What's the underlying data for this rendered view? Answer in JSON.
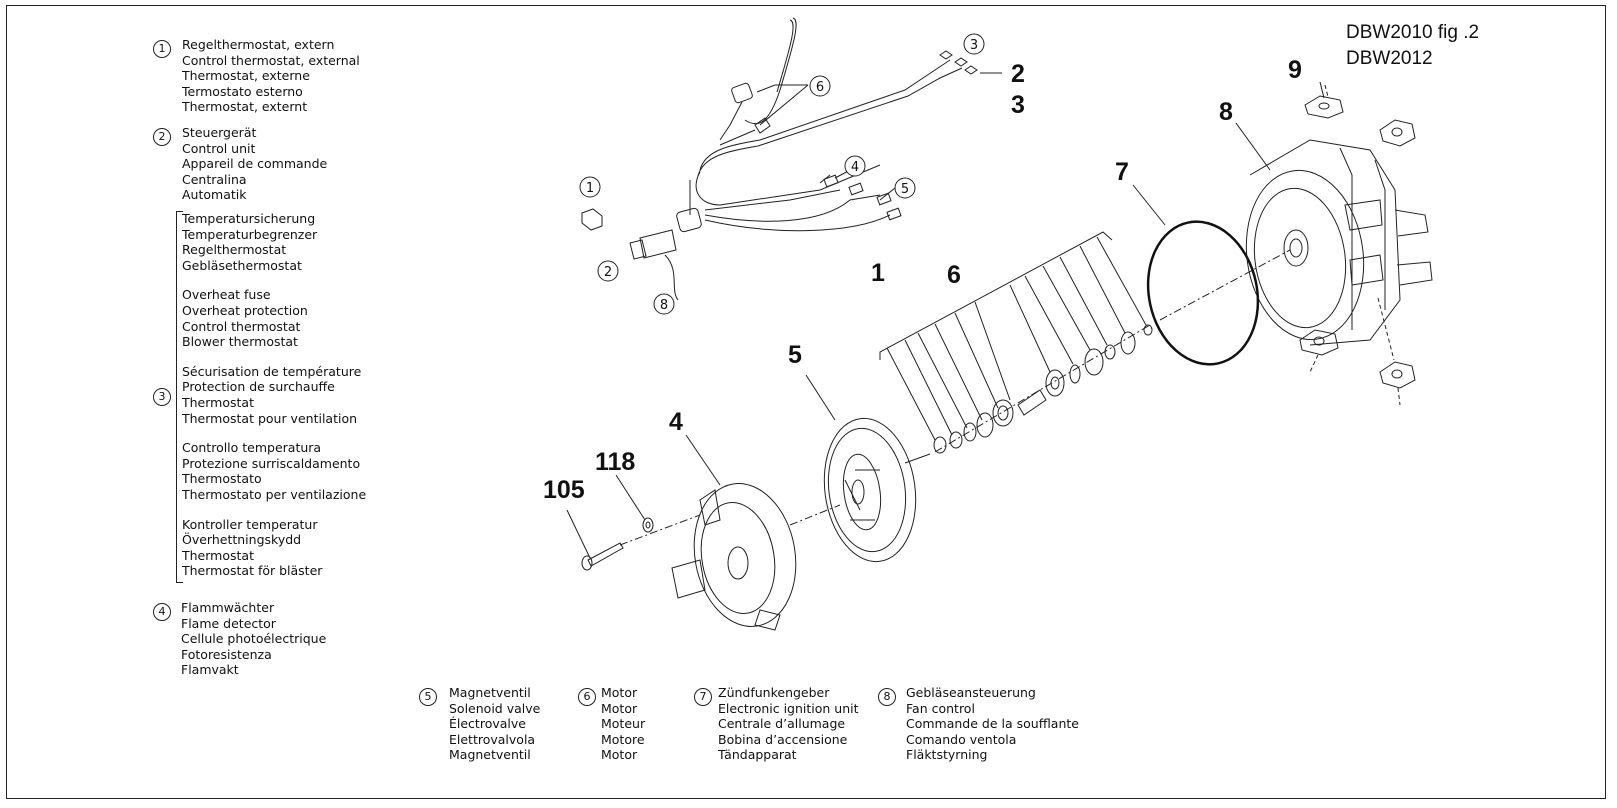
{
  "title": {
    "line1": "DBW2010   fig .2",
    "line2": "DBW2012"
  },
  "legend": [
    {
      "num": "1",
      "lines": [
        "Regelthermostat, extern",
        "Control thermostat, external",
        "Thermostat, externe",
        "Termostato esterno",
        "Thermostat, externt"
      ]
    },
    {
      "num": "2",
      "lines": [
        "Steuergerät",
        "Control unit",
        "Appareil de commande",
        "Centralina",
        "Automatik"
      ]
    },
    {
      "num": "3",
      "groups": [
        [
          "Temperatursicherung",
          "Temperaturbegrenzer",
          "Regelthermostat",
          "Gebläsethermostat"
        ],
        [
          "Overheat fuse",
          "Overheat protection",
          "Control thermostat",
          "Blower thermostat"
        ],
        [
          "Sécurisation de température",
          "Protection de surchauffe",
          "Thermostat",
          "Thermostat pour ventilation"
        ],
        [
          "Controllo temperatura",
          "Protezione surriscaldamento",
          "Thermostato",
          "Thermostato per ventilazione"
        ],
        [
          "Kontroller temperatur",
          "Överhettningskydd",
          "Thermostat",
          "Thermostat för bläster"
        ]
      ]
    },
    {
      "num": "4",
      "lines": [
        "Flammwächter",
        "Flame detector",
        "Cellule photoélectrique",
        "Fotoresistenza",
        "Flamvakt"
      ]
    },
    {
      "num": "5",
      "lines": [
        "Magnetventil",
        "Solenoid valve",
        "Électrovalve",
        "Elettrovalvola",
        "Magnetventil"
      ]
    },
    {
      "num": "6",
      "lines": [
        "Motor",
        "Motor",
        "Moteur",
        "Motore",
        "Motor"
      ]
    },
    {
      "num": "7",
      "lines": [
        "Zündfunkengeber",
        "Electronic ignition unit",
        "Centrale d’allumage",
        "Bobina d’accensione",
        "Tändapparat"
      ]
    },
    {
      "num": "8",
      "lines": [
        "Gebläseansteuerung",
        "Fan control",
        "Commande de la soufflante",
        "Comando ventola",
        "Fläktstyrning"
      ]
    }
  ],
  "diagram": {
    "wiring_callouts": [
      "1",
      "2",
      "3",
      "4",
      "5",
      "6",
      "8"
    ],
    "part_callouts": [
      "2",
      "3",
      "9",
      "8",
      "7",
      "1",
      "6",
      "5",
      "4",
      "118",
      "105"
    ]
  }
}
